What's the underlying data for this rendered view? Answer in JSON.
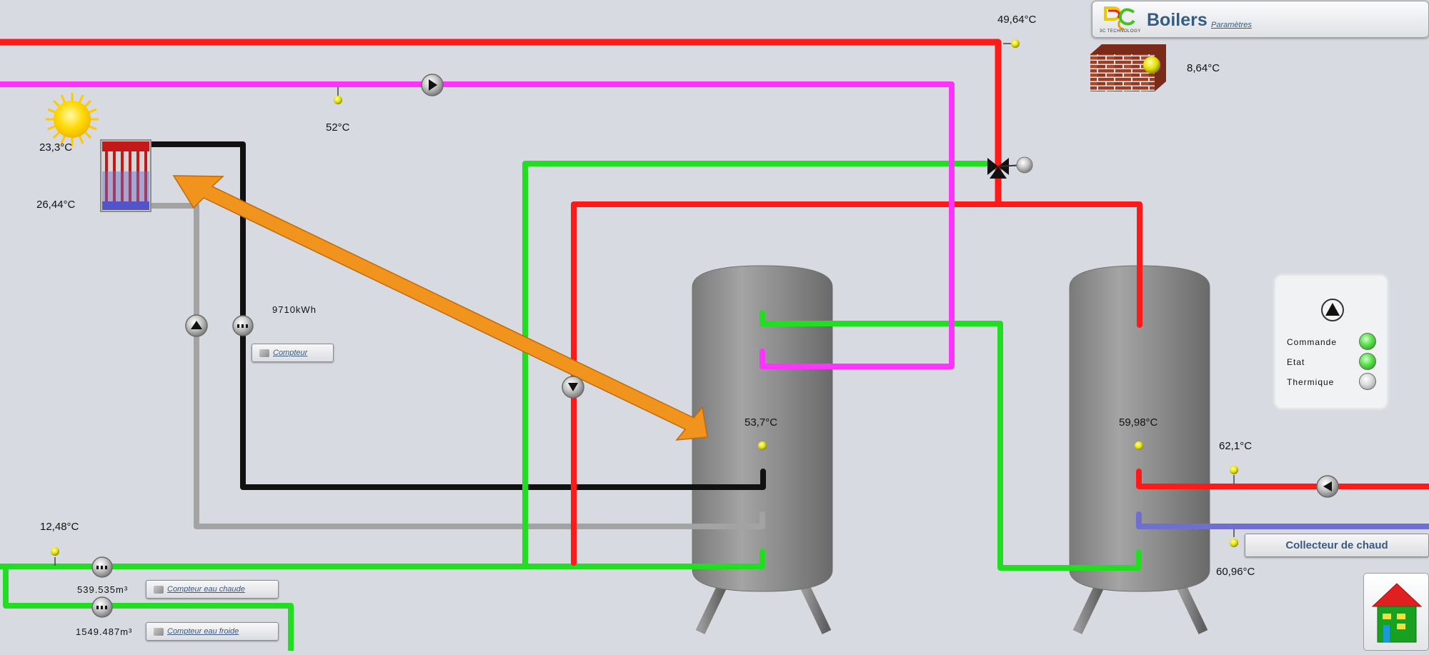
{
  "header": {
    "logo_text": "3C TECHNOLOGY",
    "title": "Boilers",
    "params_link": "Paramètres"
  },
  "temperatures": {
    "t_top_right": "49,64°C",
    "t_outdoor_wall": "8,64°C",
    "t_solar_sun": "23,3°C",
    "t_solar_panel": "26,44°C",
    "t_pink_line": "52°C",
    "t_tank1": "53,7°C",
    "t_tank2": "59,98°C",
    "t_hot_out": "62,1°C",
    "t_return": "60,96°C",
    "t_cold_water": "12,48°C"
  },
  "meters": {
    "solar_energy": "9710kWh",
    "hot_water_volume": "539.535m³",
    "cold_water_volume": "1549.487m³"
  },
  "buttons": {
    "compteur": "Compteur",
    "compteur_eau_chaude": "Compteur eau chaude",
    "compteur_eau_froide": "Compteur eau froide",
    "collecteur": "Collecteur de chaud"
  },
  "status": {
    "commande_label": "Commande",
    "etat_label": "Etat",
    "thermique_label": "Thermique",
    "commande_on": true,
    "etat_on": true,
    "thermique_on": false
  },
  "colors": {
    "background": "#d7dae0",
    "hot_line": "#ff1a1a",
    "heating_line": "#ff33ff",
    "green_line": "#22dd22",
    "solar_line": "#111111",
    "return_line": "#a3a3a3",
    "blue_line": "#6f6fcf",
    "arrow": "#f0941e",
    "tank": "#8a8a8a",
    "title": "#345d86"
  },
  "icons": [
    "sun-icon",
    "solar-panel-icon",
    "brick-wall-icon",
    "pump-icon",
    "flow-meter-icon",
    "three-way-valve-icon",
    "temperature-sensor-icon",
    "home-icon"
  ]
}
